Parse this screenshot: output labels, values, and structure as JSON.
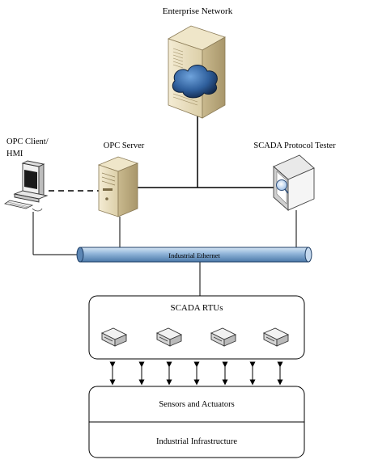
{
  "labels": {
    "enterprise_network": "Enterprise Network",
    "opc_client_line1": "OPC Client/",
    "opc_client_line2": "HMI",
    "opc_server": "OPC Server",
    "scada_tester": "SCADA Protocol Tester",
    "industrial_ethernet": "Industrial Ethernet",
    "scada_rtus": "SCADA RTUs",
    "sensors_actuators": "Sensors and Actuators",
    "industrial_infrastructure": "Industrial Infrastructure"
  },
  "icons": {
    "enterprise_network": "server-cabinet-with-cloud-icon",
    "opc_client": "desktop-computer-icon",
    "opc_server": "tower-server-icon",
    "scada_tester": "protocol-analyzer-icon",
    "rtu": "rtu-module-icon"
  },
  "rtu_count": 4,
  "arrow_count": 7
}
